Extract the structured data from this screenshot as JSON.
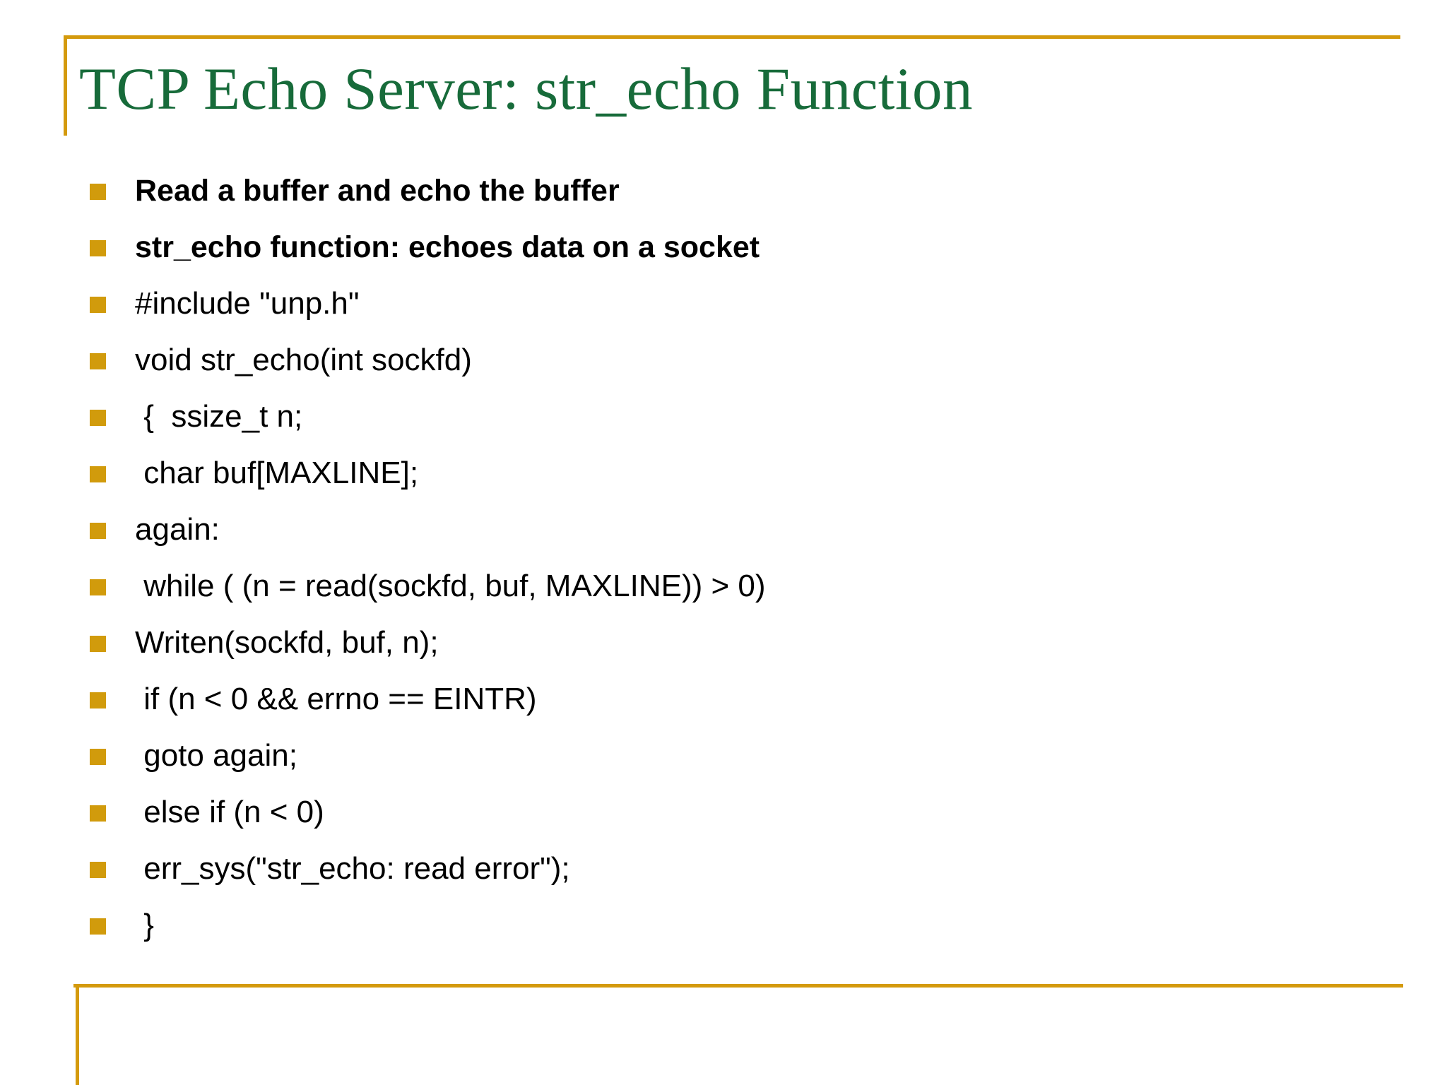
{
  "slide": {
    "title": "TCP Echo Server: str_echo Function",
    "accent_color": "#D49A0D",
    "title_color": "#176B3A",
    "bullet_color": "#D19B0C",
    "background_color": "#FFFFFF",
    "text_color": "#000000",
    "bullets": [
      {
        "text": "Read a buffer and echo the buffer",
        "bold": true
      },
      {
        "text": "str_echo function: echoes data on a socket",
        "bold": true
      },
      {
        "text": "#include \"unp.h\"",
        "bold": false
      },
      {
        "text": "void str_echo(int sockfd)",
        "bold": false
      },
      {
        "text": " {  ssize_t n;",
        "bold": false
      },
      {
        "text": " char buf[MAXLINE];",
        "bold": false
      },
      {
        "text": "again:",
        "bold": false
      },
      {
        "text": " while ( (n = read(sockfd, buf, MAXLINE)) > 0)",
        "bold": false
      },
      {
        "text": "Writen(sockfd, buf, n);",
        "bold": false
      },
      {
        "text": " if (n < 0 && errno == EINTR)",
        "bold": false
      },
      {
        "text": " goto again;",
        "bold": false
      },
      {
        "text": " else if (n < 0)",
        "bold": false
      },
      {
        "text": " err_sys(\"str_echo: read error\");",
        "bold": false
      },
      {
        "text": " }",
        "bold": false
      }
    ]
  }
}
